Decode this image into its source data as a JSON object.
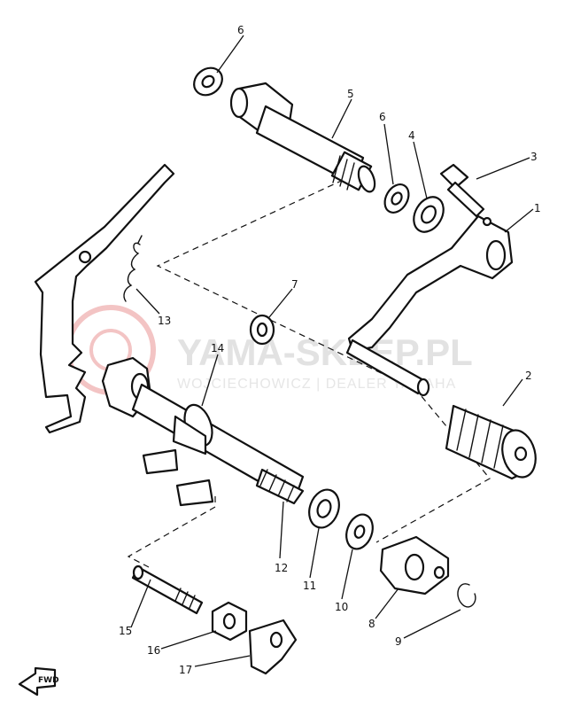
{
  "watermark": {
    "title": "YAMA-SKLEP.PL",
    "subtitle": "WOJCIECHOWICZ | DEALER YAMAHA"
  },
  "forward_badge": "FWD",
  "parts": [
    {
      "id": "1"
    },
    {
      "id": "2"
    },
    {
      "id": "3"
    },
    {
      "id": "4"
    },
    {
      "id": "5"
    },
    {
      "id": "6"
    },
    {
      "id": "6"
    },
    {
      "id": "7"
    },
    {
      "id": "8"
    },
    {
      "id": "9"
    },
    {
      "id": "10"
    },
    {
      "id": "11"
    },
    {
      "id": "12"
    },
    {
      "id": "13"
    },
    {
      "id": "14"
    },
    {
      "id": "15"
    },
    {
      "id": "16"
    },
    {
      "id": "17"
    }
  ]
}
